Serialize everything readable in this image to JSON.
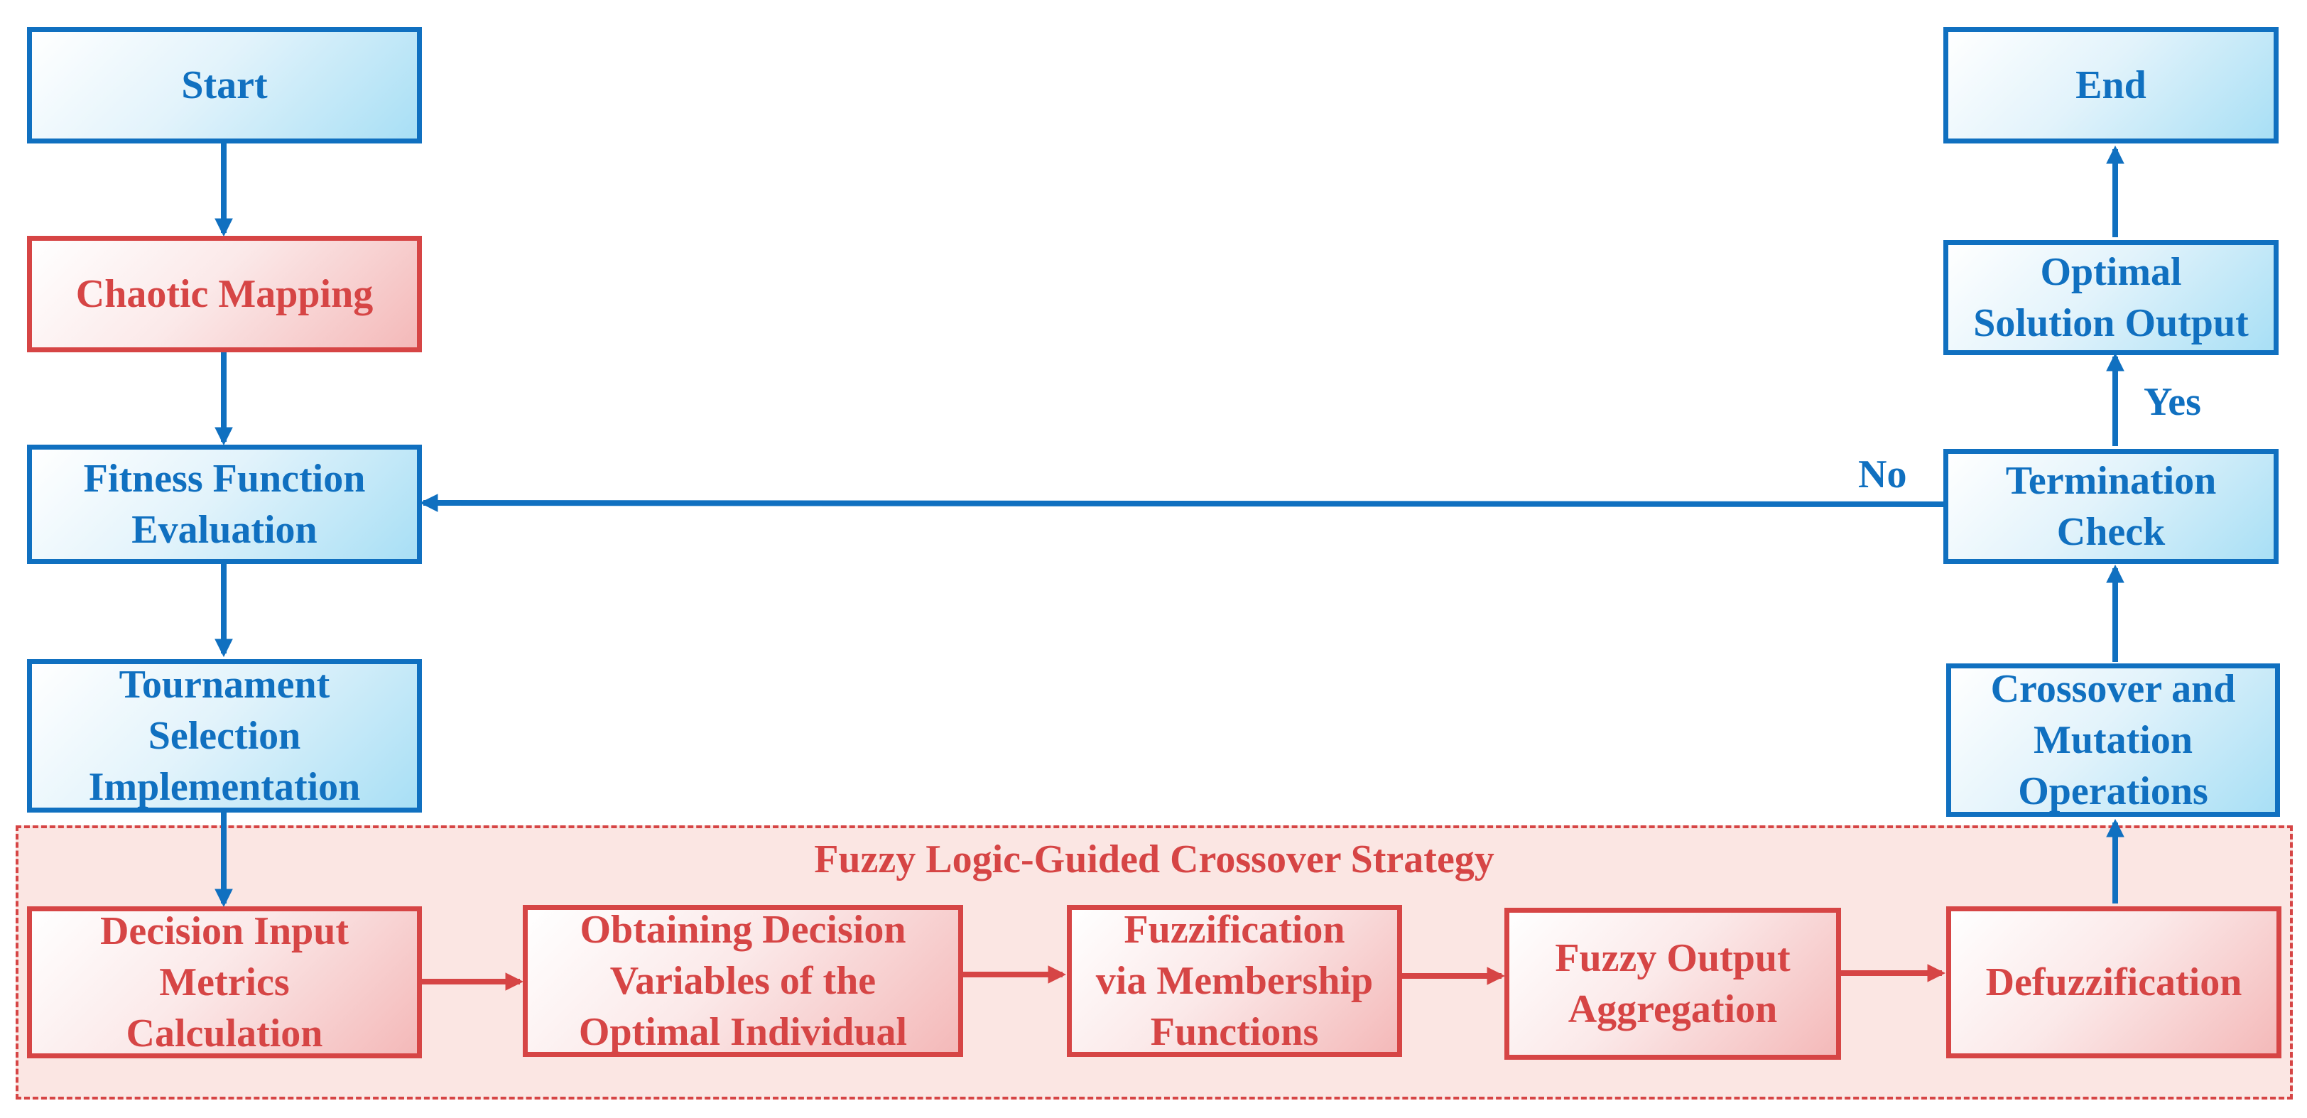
{
  "colors": {
    "blue": "#1070c0",
    "red": "#d64545",
    "region_fill": "#fbe6e3"
  },
  "nodes": {
    "start": "Start",
    "chaotic": "Chaotic Mapping",
    "fitness": "Fitness Function\nEvaluation",
    "tournament": "Tournament\nSelection\nImplementation",
    "end": "End",
    "optimal": "Optimal\nSolution Output",
    "termination": "Termination\nCheck",
    "crossover_mutation": "Crossover and\nMutation\nOperations",
    "decision_input": "Decision Input\nMetrics\nCalculation",
    "obtaining": "Obtaining Decision\nVariables of the\nOptimal Individual",
    "fuzzification": "Fuzzification\nvia Membership\nFunctions",
    "fuzzy_output": "Fuzzy Output\nAggregation",
    "defuzz": "Defuzzification"
  },
  "region": {
    "title": "Fuzzy Logic-Guided Crossover Strategy"
  },
  "labels": {
    "yes": "Yes",
    "no": "No"
  }
}
